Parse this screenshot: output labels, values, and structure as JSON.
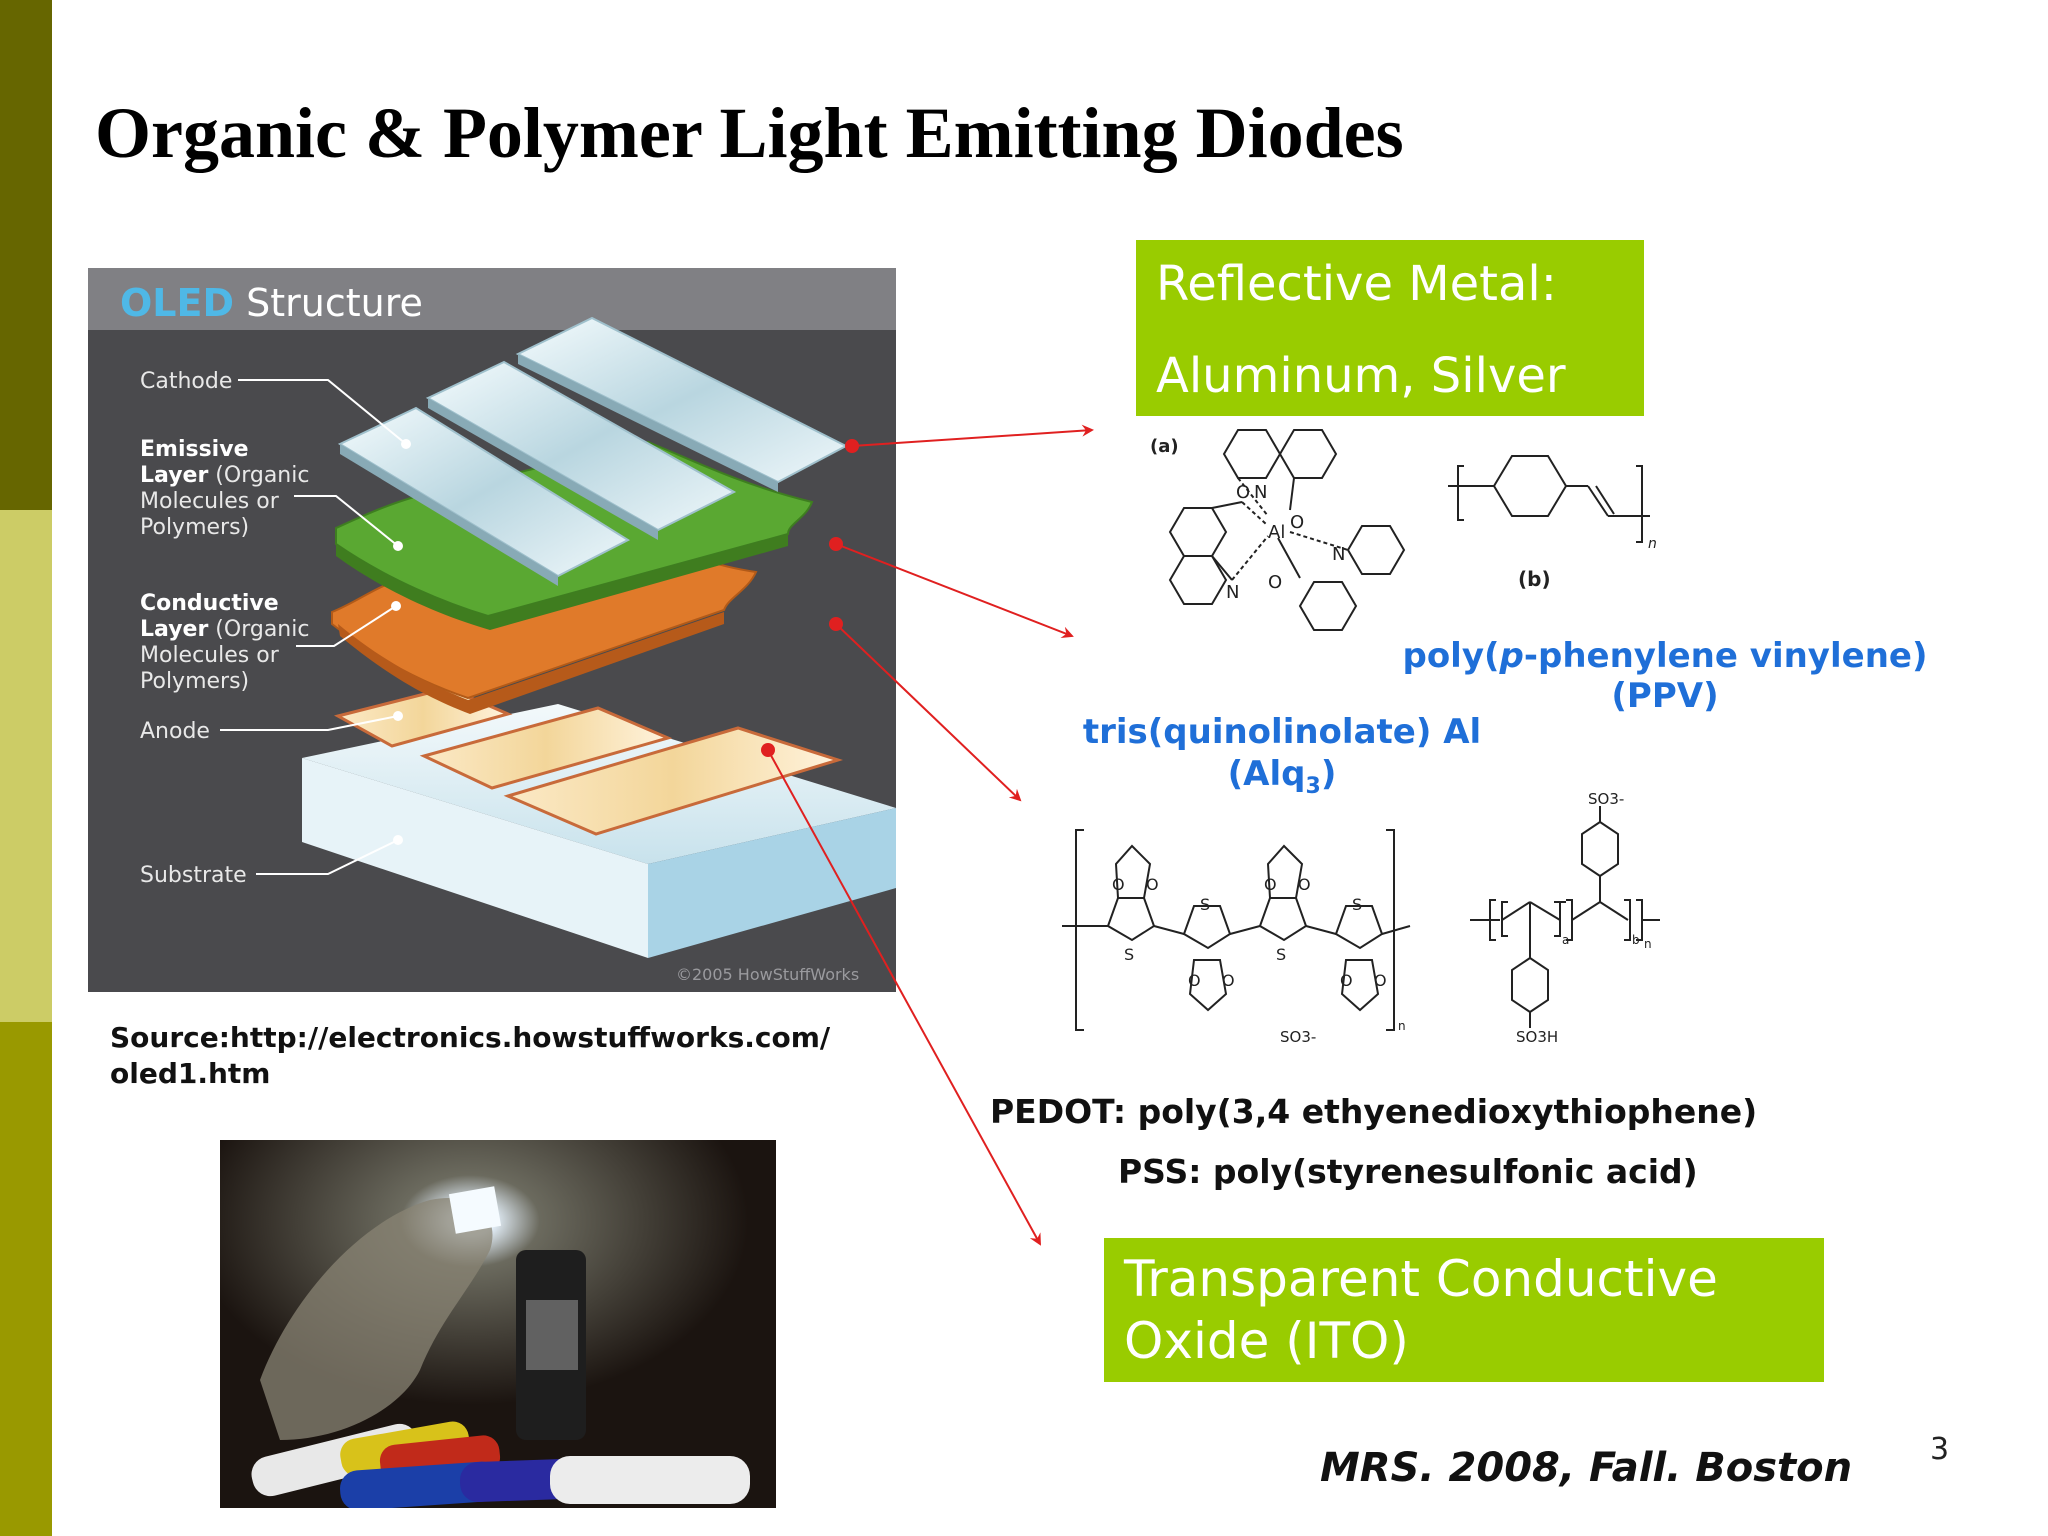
{
  "slide": {
    "title": "Organic & Polymer Light Emitting Diodes",
    "page_number": "3",
    "citation": "MRS. 2008, Fall. Boston",
    "source_line1": "Source:http://electronics.howstuffworks.com/",
    "source_line2": "oled1.htm"
  },
  "oled_figure": {
    "heading_accent": "OLED",
    "heading_rest": " Structure",
    "copyright": "©2005 HowStuffWorks",
    "labels": {
      "cathode": "Cathode",
      "emissive_bold_1": "Emissive",
      "emissive_bold_2": "Layer",
      "emissive_rest_2": " (Organic",
      "emissive_3": "Molecules or",
      "emissive_4": "Polymers)",
      "conductive_bold_1": "Conductive",
      "conductive_bold_2": "Layer",
      "conductive_rest_2": " (Organic",
      "conductive_3": "Molecules or",
      "conductive_4": "Polymers)",
      "anode": "Anode",
      "substrate": "Substrate"
    },
    "colors": {
      "cathode": "#d6e8ee",
      "emissive": "#5aa832",
      "conductive": "#e07a2a",
      "anode": "#f2c28a",
      "substrate": "#dfeef4",
      "panel": "#4a4a4d",
      "accent": "#4fb8e6"
    }
  },
  "callouts": {
    "reflective_metal_1": "Reflective Metal:",
    "reflective_metal_2": "Aluminum, Silver",
    "tco_1": "Transparent Conductive",
    "tco_2": "Oxide (ITO)",
    "box_color": "#99cc00",
    "arrow_color": "#e02020"
  },
  "molecules": {
    "label_a": "(a)",
    "label_b": "(b)",
    "ppv_1_pre": "poly(",
    "ppv_1_italic": "p",
    "ppv_1_post": "-phenylene vinylene)",
    "ppv_2": "(PPV)",
    "alq_1": "tris(quinolinolate) Al",
    "alq_2_pre": "(Alq",
    "alq_2_sub": "3",
    "alq_2_post": ")",
    "pedot": "PEDOT: poly(3,4 ethyenedioxythiophene)",
    "pss": "PSS: poly(styrenesulfonic acid)",
    "atoms": {
      "n": "N",
      "o": "O",
      "al": "Al",
      "s": "S",
      "so3": "SO3-",
      "so3h": "SO3H",
      "sub_n": "n",
      "sub_a": "a",
      "sub_b": "b"
    }
  }
}
